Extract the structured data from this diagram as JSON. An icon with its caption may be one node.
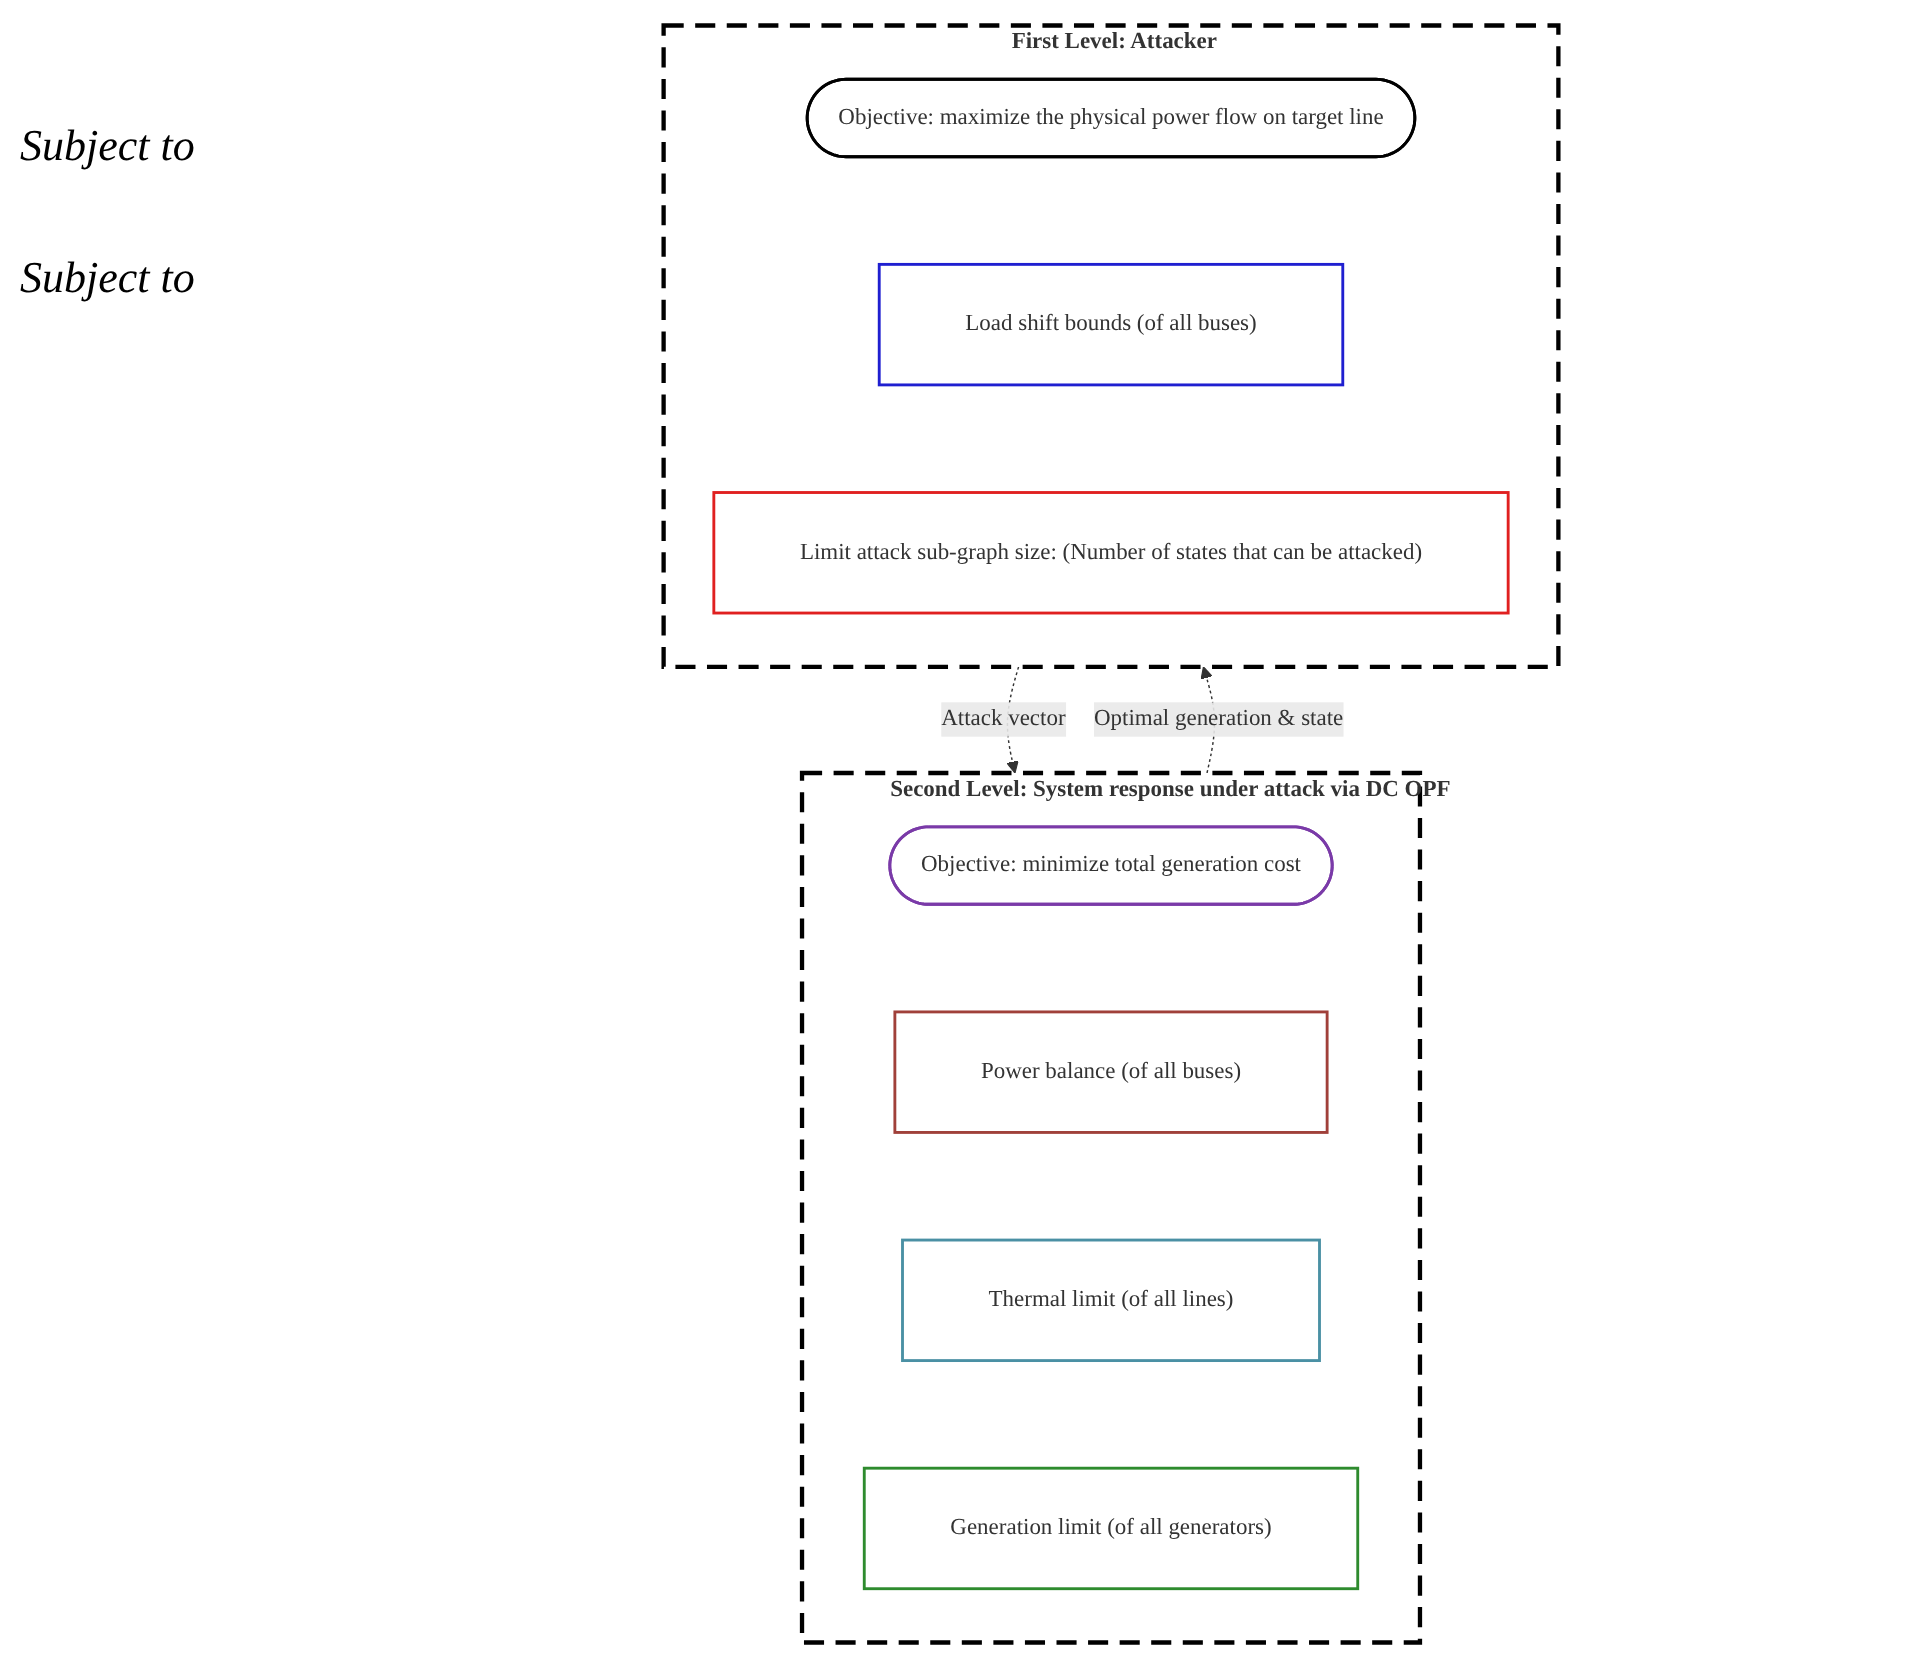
{
  "diagram": {
    "nodes": [
      {
        "text": [
          "First Level: Attacker"
        ]
      },
      {
        "text": [
          "Objective: maximize the physical power flow on target line"
        ],
        "in": 0
      },
      {
        "text": [
          "Load shift bounds (of all buses)"
        ],
        "in": 0
      },
      {
        "text": [
          "Limit attack sub-graph size: (Number of states that can be attacked)"
        ],
        "in": 0
      },
      {
        "text": [
          "Second Level: System response under attack via DC OPF"
        ]
      },
      {
        "text": [
          "Objective: minimize total generation cost"
        ],
        "in": 4
      },
      {
        "text": [
          "Power balance (of all buses)"
        ],
        "in": 4
      },
      {
        "text": [
          "Thermal limit (of all lines)"
        ],
        "in": 4
      },
      {
        "text": [
          "Generation limit (of all generators)"
        ],
        "in": 4
      }
    ],
    "edges": [
      {
        "from": 0,
        "to": 4,
        "arrow": "to",
        "label": "Attack vector",
        "style": "dashed"
      },
      {
        "from": 4,
        "to": 0,
        "arrow": "to",
        "label": "Optimal generation & state",
        "style": "dashed"
      }
    ],
    "labels": [
      "Subject to",
      "Subject to"
    ]
  }
}
